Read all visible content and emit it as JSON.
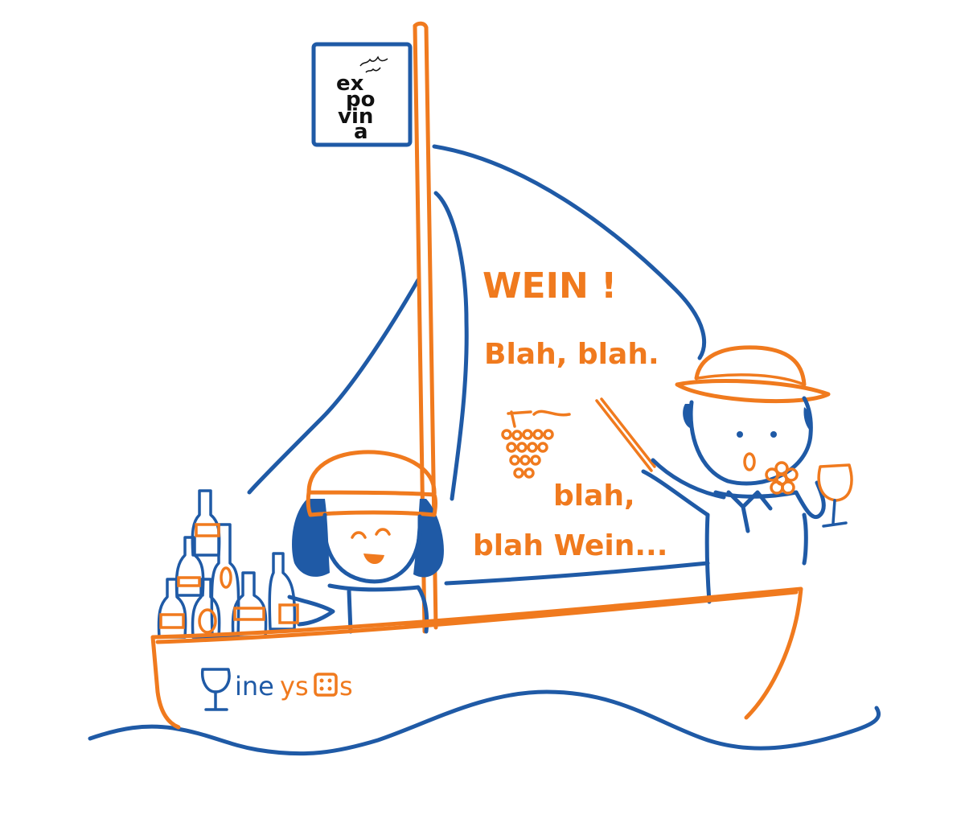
{
  "sail_text": {
    "line1": "WEIN !",
    "line2": "Blah, blah.",
    "line3": "blah,",
    "line4": "blah Wein..."
  },
  "flag_logo": {
    "row1": "ex",
    "row2": "po",
    "row3": "vin",
    "row4": "a"
  },
  "boat_brand": {
    "part1": "ine",
    "part2": "ys",
    "part3": "s"
  },
  "colors": {
    "blue": "#1f5aa6",
    "orange": "#f07a1e",
    "background": "#ffffff"
  },
  "icons": [
    "wine-glass-icon",
    "dice-icon",
    "grape-bunch-icon",
    "flower-icon"
  ]
}
